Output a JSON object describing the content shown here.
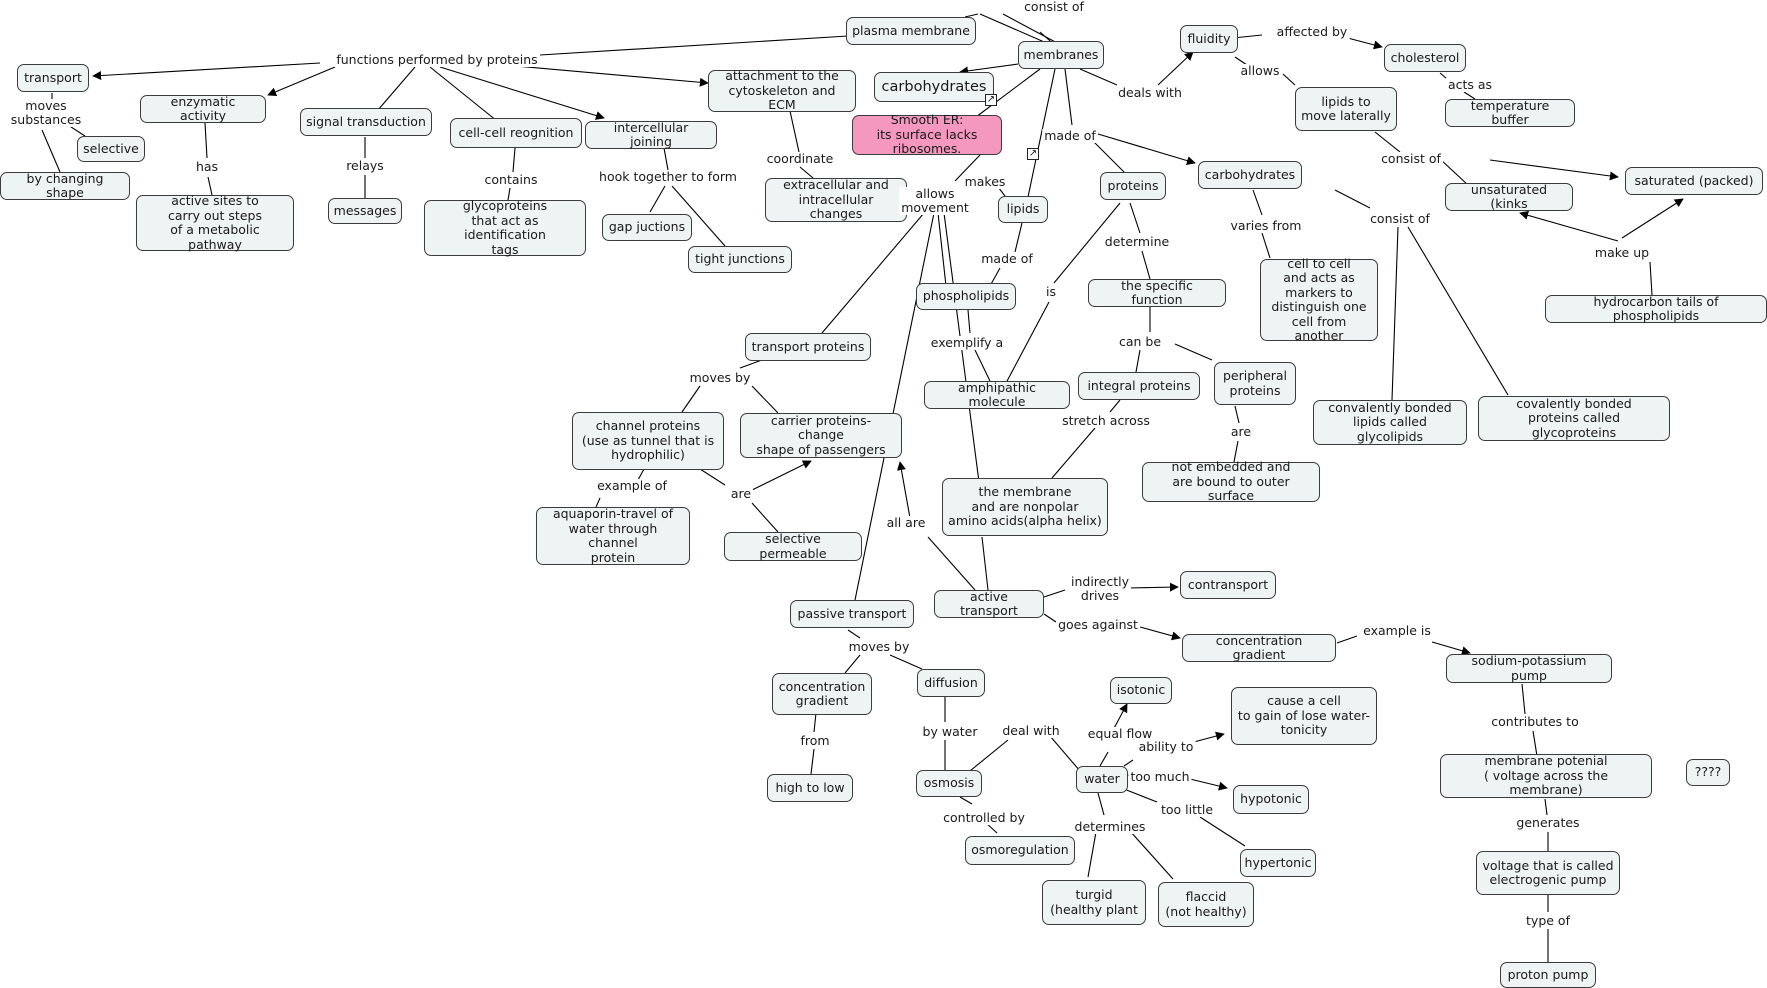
{
  "nodes": {
    "plasma_membrane": "plasma membrane",
    "transport": "transport",
    "enzymatic_activity": "enzymatic activity",
    "signal_transduction": "signal transduction",
    "cell_cell_recognition": "cell-cell reognition",
    "intercellular_joining": "intercellular joining",
    "attachment": "attachment to the\ncytoskeleton and ECM",
    "carbohydrates_top": "carbohydrates",
    "membranes": "membranes",
    "smooth_er": "Smooth ER:\nits surface lacks ribosomes.",
    "fluidity": "fluidity",
    "cholesterol": "cholesterol",
    "temperature_buffer": "temperature buffer",
    "lipids_laterally": "lipids to\nmove laterally",
    "selective": "selective",
    "by_changing_shape": "by changing shape",
    "active_sites": "active sites to\ncarry out steps\nof a metabolic pathway",
    "messages": "messages",
    "glycoproteins_tags": "glycoproteins\nthat act as identification\ntags",
    "gap_junctions": "gap juctions",
    "tight_junctions": "tight junctions",
    "extracellular_changes": "extracellular and\nintracellular changes",
    "lipids": "lipids",
    "proteins": "proteins",
    "carbohydrates": "carbohydrates",
    "saturated": "saturated  (packed)",
    "unsaturated": "unsaturated (kinks",
    "hydrocarbon_tails": "hydrocarbon tails of phospholipids",
    "cell_to_cell": "cell to cell\nand acts as\nmarkers to\ndistinguish one\ncell from another",
    "phospholipids": "phospholipids",
    "specific_function": "the specific function",
    "transport_proteins": "transport proteins",
    "amphipathic": "amphipathic molecule",
    "integral_proteins": "integral proteins",
    "peripheral_proteins": "peripheral\nproteins",
    "glycolipids": "convalently bonded\nlipids called glycolipids",
    "glycoproteins": "covalently bonded\nproteins called glycoproteins",
    "channel_proteins": "channel proteins\n(use as tunnel that is\nhydrophilic)",
    "carrier_proteins": "carrier proteins- change\nshape of passengers",
    "nonpolar_amino": "the membrane\nand are nonpolar\namino acids(alpha helix)",
    "not_embedded": "not embedded and\nare bound to outer surface",
    "aquaporin": "aquaporin-travel of\nwater through channel\nprotein",
    "selective_permeable": "selective permeable",
    "contransport": "contransport",
    "passive_transport": "passive transport",
    "active_transport": "active transport",
    "concentration_gradient_right": "concentration gradient",
    "sodium_potassium": "sodium-potassium pump",
    "concentration_gradient_left": "concentration\ngradient",
    "diffusion": "diffusion",
    "isotonic": "isotonic",
    "cause_a_cell": "cause a cell\nto gain of lose water-\ntonicity",
    "high_to_low": "high to low",
    "osmosis": "osmosis",
    "water": "water",
    "hypotonic": "hypotonic",
    "membrane_potential": "membrane potenial\n( voltage across the membrane)",
    "question": "????",
    "osmoregulation": "osmoregulation",
    "hypertonic": "hypertonic",
    "voltage": "voltage that is called\nelectrogenic pump",
    "turgid": "turgid\n(healthy plant",
    "flaccid": "flaccid\n(not healthy)",
    "proton_pump": "proton pump"
  },
  "labels": {
    "consist_of_top": "consist of",
    "functions_by_proteins": "functions performed by proteins",
    "moves_substances": "moves\nsubstances",
    "has": "has",
    "relays": "relays",
    "contains": "contains",
    "hook_together": "hook together to form",
    "coordinate": "coordinate",
    "makes": "makes",
    "allows_movement": "allows\nmovement",
    "made_of_top": "made of",
    "deals_with": "deals with",
    "affected_by": "affected by",
    "allows": "allows",
    "acts_as": "acts as",
    "consist_of_lipids": "consist of",
    "made_of_lipids": "made of",
    "determine": "determine",
    "is": "is",
    "varies_from": "varies from",
    "consist_of_carbs": "consist of",
    "make_up": "make up",
    "exemplify": "exemplify a",
    "can_be": "can be",
    "moves_by_transport": "moves by",
    "stretch_across": "stretch across",
    "are_peripheral": "are",
    "example_of": "example of",
    "are_selective": "are",
    "all_are": "all are",
    "indirectly_drives": "indirectly\ndrives",
    "goes_against": "goes against",
    "example_is": "example is",
    "moves_by_passive": "moves by",
    "contributes_to": "contributes to",
    "from": "from",
    "by_water": "by water",
    "deal_with": "deal with",
    "equal_flow": "equal flow",
    "ability_to": "ability to",
    "too_much": "too much",
    "too_little": "too little",
    "generates": "generates",
    "controlled_by": "controlled by",
    "determines": "determines",
    "type_of": "type of"
  },
  "colors": {
    "node_fill": "#eef3f3",
    "highlight_fill": "#f598c0",
    "line": "#000000"
  }
}
